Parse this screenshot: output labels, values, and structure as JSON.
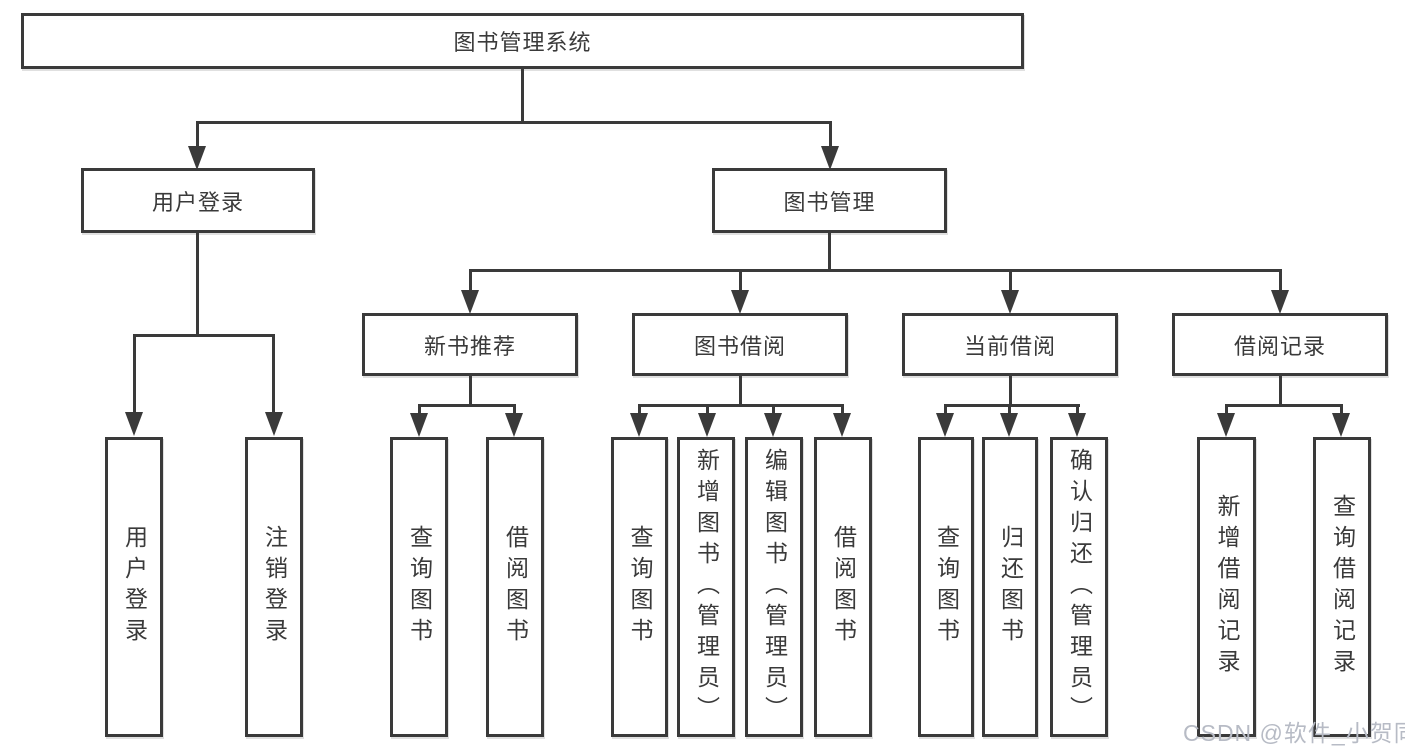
{
  "colors": {
    "line": "#3a3a3a",
    "box-bg": "#ffffff",
    "text": "#3a3a3a",
    "watermark": "#b7bbc5"
  },
  "tree": {
    "root": "图书管理系统",
    "login": {
      "label": "用户登录",
      "children": [
        "用户登录",
        "注销登录"
      ]
    },
    "management": {
      "label": "图书管理",
      "groups": [
        {
          "label": "新书推荐",
          "children": [
            "查询图书",
            "借阅图书"
          ]
        },
        {
          "label": "图书借阅",
          "children": [
            "查询图书",
            "新增图书（管理员）",
            "编辑图书（管理员）",
            "借阅图书"
          ]
        },
        {
          "label": "当前借阅",
          "children": [
            "查询图书",
            "归还图书",
            "确认归还（管理员）"
          ]
        },
        {
          "label": "借阅记录",
          "children": [
            "新增借阅记录",
            "查询借阅记录"
          ]
        }
      ]
    }
  },
  "watermark": {
    "text": "CSDN @软件_小贺同学"
  }
}
